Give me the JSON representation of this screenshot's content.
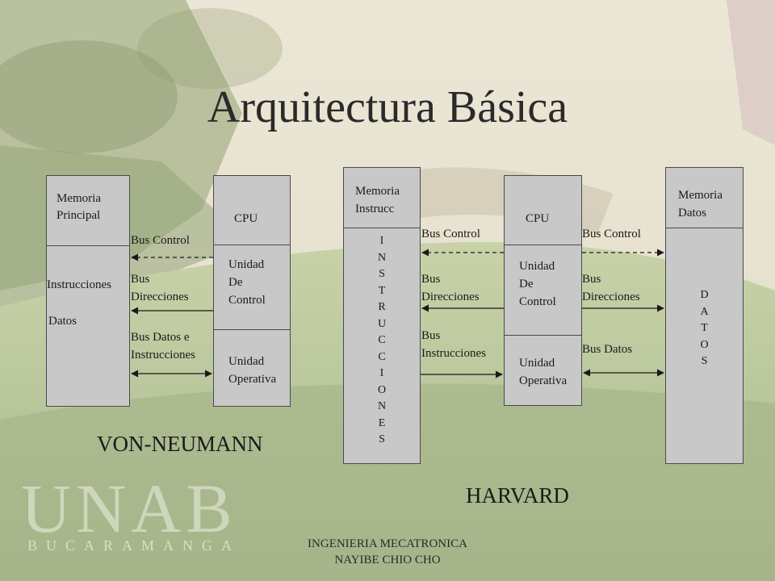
{
  "slide": {
    "title": "Arquitectura Básica",
    "footer_line1": "INGENIERIA MECATRONICA",
    "footer_line2": "NAYIBE CHIO CHO",
    "watermark_logo": "UNAB",
    "watermark_city": "BUCARAMANGA"
  },
  "von_neumann": {
    "label": "VON-NEUMANN",
    "memory_title_1": "Memoria",
    "memory_title_2": "Principal",
    "memory_content_1": "Instrucciones",
    "memory_content_2": "Datos",
    "cpu_title": "CPU",
    "control_unit_1": "Unidad",
    "control_unit_2": "De",
    "control_unit_3": "Control",
    "operative_unit_1": "Unidad",
    "operative_unit_2": "Operativa",
    "bus_control": "Bus Control",
    "bus_addresses_1": "Bus",
    "bus_addresses_2": "Direcciones",
    "bus_data_1": "Bus Datos e",
    "bus_data_2": "Instrucciones"
  },
  "harvard": {
    "label": "HARVARD",
    "instr_memory_title_1": "Memoria",
    "instr_memory_title_2": "Instrucc",
    "instr_memory_vertical": "INSTRUCCIONES",
    "cpu_title": "CPU",
    "control_unit_1": "Unidad",
    "control_unit_2": "De",
    "control_unit_3": "Control",
    "operative_unit_1": "Unidad",
    "operative_unit_2": "Operativa",
    "data_memory_title_1": "Memoria",
    "data_memory_title_2": "Datos",
    "data_memory_vertical": "DATOS",
    "left_bus_control": "Bus Control",
    "left_bus_addresses_1": "Bus",
    "left_bus_addresses_2": "Direcciones",
    "left_bus_instructions_1": "Bus",
    "left_bus_instructions_2": "Instrucciones",
    "right_bus_control": "Bus Control",
    "right_bus_addresses_1": "Bus",
    "right_bus_addresses_2": "Direcciones",
    "right_bus_data": "Bus Datos"
  },
  "colors": {
    "box_fill": "#c8c8c8",
    "box_border": "#4a4a4a",
    "text": "#1a1a1a"
  }
}
